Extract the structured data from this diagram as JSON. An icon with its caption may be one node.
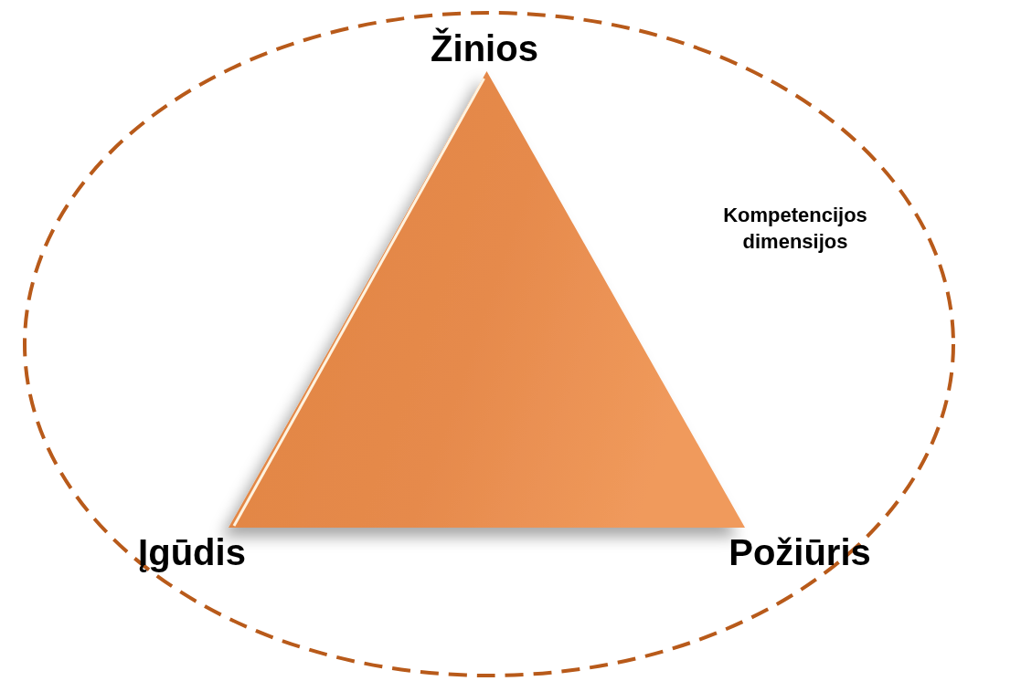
{
  "diagram": {
    "nodes": [
      {
        "text": [
          "Kompetencijos dimensijos"
        ]
      },
      {
        "text": [],
        "shape": "triangle",
        "in": 0,
        "beside": [
          "Žinios",
          "Įgūdis",
          "Požiūris"
        ]
      }
    ]
  }
}
